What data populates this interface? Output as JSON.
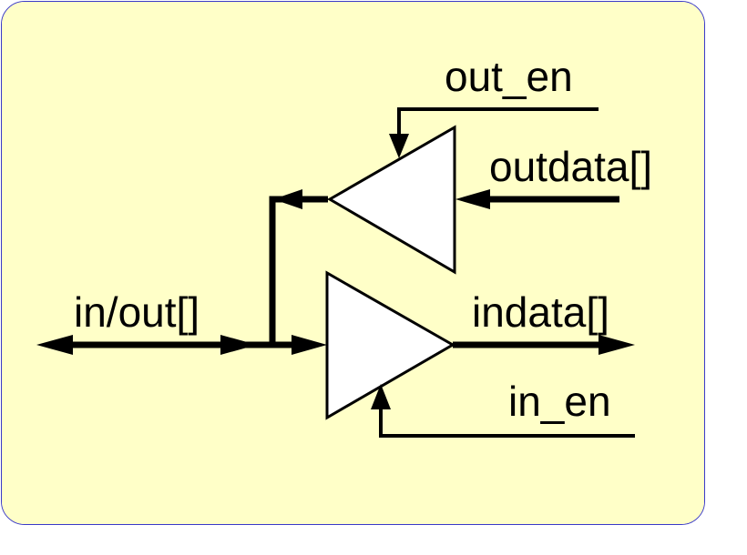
{
  "colors": {
    "background": "#ffffc8",
    "border": "#3a3ac8",
    "stroke": "#000000",
    "buffer_fill": "#ffffff"
  },
  "labels": {
    "out_en": "out_en",
    "outdata": "outdata[]",
    "in_out": "in/out[]",
    "indata": "indata[]",
    "in_en": "in_en"
  }
}
